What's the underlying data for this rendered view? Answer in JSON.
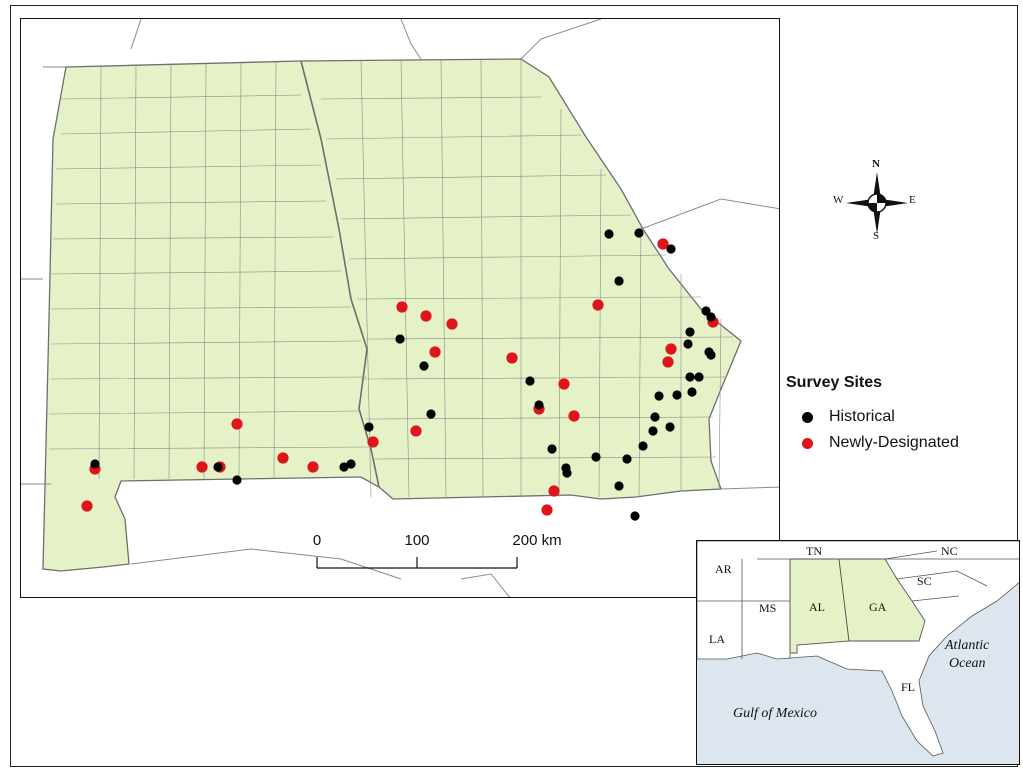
{
  "legend": {
    "title": "Survey Sites",
    "items": [
      {
        "label": "Historical",
        "color": "#000000"
      },
      {
        "label": "Newly-Designated",
        "color": "#e0141b"
      }
    ]
  },
  "compass": {
    "north": "N",
    "south": "S",
    "east": "E",
    "west": "W"
  },
  "scale_bar": {
    "labels": [
      "0",
      "100",
      "200 km"
    ]
  },
  "inset": {
    "states": [
      "AR",
      "TN",
      "NC",
      "MS",
      "AL",
      "GA",
      "SC",
      "LA",
      "FL"
    ],
    "water": [
      "Atlantic",
      "Ocean",
      "Gulf of Mexico"
    ]
  },
  "colors": {
    "land_highlight": "#e5f2c8",
    "county_line": "#8a8a8a",
    "state_line": "#6e6e6e",
    "water_inset": "#dde6ee",
    "historical": "#000000",
    "newly_designated": "#e0141b"
  }
}
